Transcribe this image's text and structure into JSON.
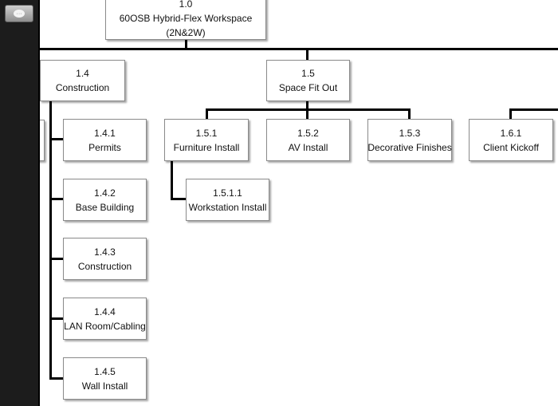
{
  "toolbar": {
    "menu_icon_glyph": "···"
  },
  "root": {
    "id": "1.0",
    "title": "60OSB Hybrid-Flex Workspace",
    "subtitle": "(2N&2W)"
  },
  "nodes": {
    "n14": {
      "id": "1.4",
      "label": "Construction"
    },
    "n141": {
      "id": "1.4.1",
      "label": "Permits"
    },
    "n142": {
      "id": "1.4.2",
      "label": "Base Building"
    },
    "n143": {
      "id": "1.4.3",
      "label": "Construction"
    },
    "n144": {
      "id": "1.4.4",
      "label": "LAN Room/Cabling"
    },
    "n145": {
      "id": "1.4.5",
      "label": "Wall Install"
    },
    "n15": {
      "id": "1.5",
      "label": "Space Fit Out"
    },
    "n151": {
      "id": "1.5.1",
      "label": "Furniture Install"
    },
    "n1511": {
      "id": "1.5.1.1",
      "label": "Workstation Install"
    },
    "n152": {
      "id": "1.5.2",
      "label": "AV Install"
    },
    "n153": {
      "id": "1.5.3",
      "label": "Decorative Finishes"
    },
    "n161": {
      "id": "1.6.1",
      "label": "Client Kickoff"
    }
  },
  "colors": {
    "lines": "#000000",
    "sidebar": "#1c1c1c",
    "box_border": "#8a8a8a"
  }
}
